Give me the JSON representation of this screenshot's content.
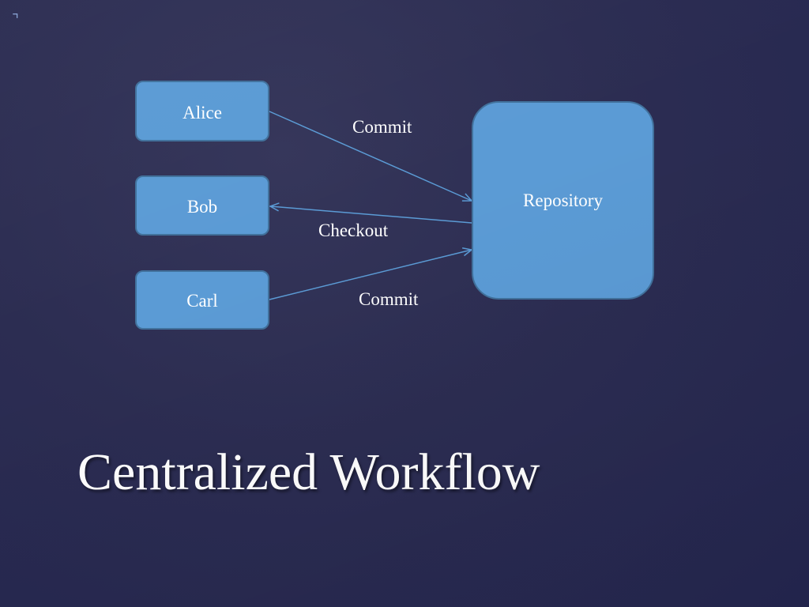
{
  "slide": {
    "title": "Centralized Workflow"
  },
  "nodes": {
    "alice": "Alice",
    "bob": "Bob",
    "carl": "Carl",
    "repository": "Repository"
  },
  "edges": [
    {
      "from": "Alice",
      "to": "Repository",
      "label": "Commit"
    },
    {
      "from": "Repository",
      "to": "Bob",
      "label": "Checkout"
    },
    {
      "from": "Carl",
      "to": "Repository",
      "label": "Commit"
    }
  ],
  "colors": {
    "node_fill": "#5b9bd5",
    "node_border": "#41719c",
    "arrow": "#5b9bd5",
    "background": "#2c2d52",
    "text": "#ffffff"
  }
}
